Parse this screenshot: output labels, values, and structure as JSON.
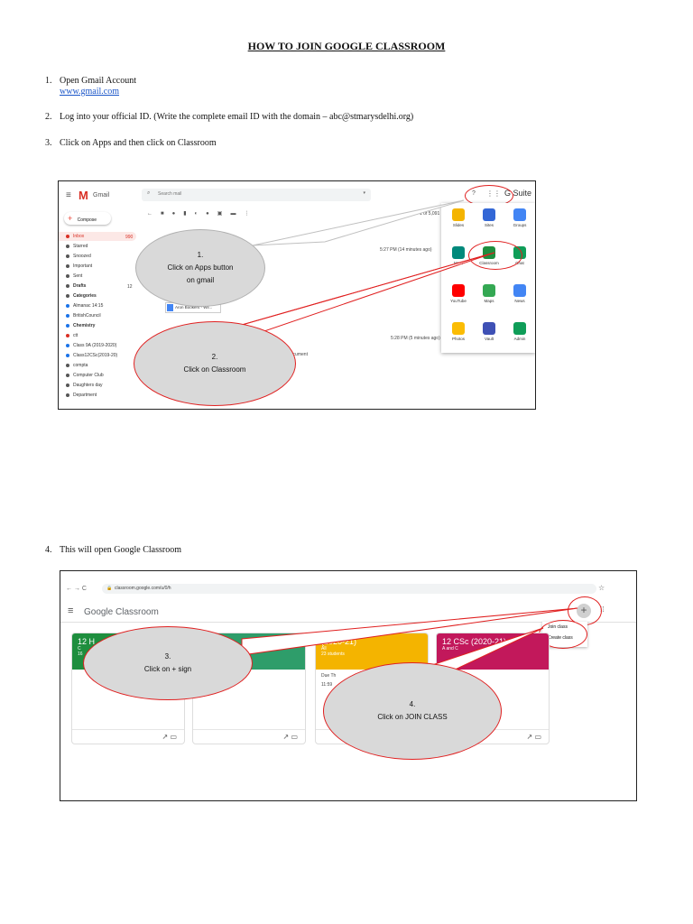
{
  "title": "HOW TO JOIN GOOGLE CLASSROOM",
  "steps": [
    {
      "num": "1.",
      "text": "Open Gmail Account",
      "link": "www.gmail.com"
    },
    {
      "num": "2.",
      "text": "Log into your official ID. (Write the complete email ID with the domain – abc@stmarysdelhi.org)"
    },
    {
      "num": "3.",
      "text": "Click on Apps and then click on Classroom"
    },
    {
      "num": "4.",
      "text": "This will open Google Classroom"
    }
  ],
  "gmail": {
    "app_name": "Gmail",
    "search_placeholder": "Search mail",
    "compose": "Compose",
    "paging": "1 of 5,091",
    "time1": "5:27 PM (14 minutes ago)",
    "time2": "5:28 PM (5 minutes ago)",
    "suite": "G Suite",
    "sidebar": [
      "Inbox",
      "Starred",
      "Snoozed",
      "Important",
      "Sent",
      "Drafts",
      "Categories",
      "Almanac 14:15",
      "BritishCouncil",
      "Chemistry",
      "ctt",
      "Class 9A (2019-2020)",
      "Class12CSc(2019-20)",
      "compta",
      "Computer Club",
      "Daughters day",
      "Department"
    ],
    "inbox_count": "990",
    "drafts_count": "12",
    "apps": [
      {
        "label": "Slides",
        "color": "#f4b400"
      },
      {
        "label": "Sites",
        "color": "#3367d6"
      },
      {
        "label": "Groups",
        "color": "#4285f4"
      },
      {
        "label": "Meet",
        "color": "#00897b"
      },
      {
        "label": "Classroom",
        "color": "#1e8e3e"
      },
      {
        "label": "Chat",
        "color": "#0f9d58"
      },
      {
        "label": "YouTube",
        "color": "#ff0000"
      },
      {
        "label": "Maps",
        "color": "#34a853"
      },
      {
        "label": "News",
        "color": "#4285f4"
      },
      {
        "label": "Photos",
        "color": "#fbbc04"
      },
      {
        "label": "Vault",
        "color": "#3f51b5"
      },
      {
        "label": "Admin",
        "color": "#0f9d58"
      }
    ],
    "attachment": "Aron Bookers - Wil...",
    "doc_text": "document"
  },
  "classroom": {
    "url": "classroom.google.com/u/0/h",
    "brand": "Google Classroom",
    "menu": [
      "Join class",
      "Create class"
    ],
    "cards": [
      {
        "title": "12 H",
        "sub": "C",
        "extra": "16",
        "color": "#1e8e3e"
      },
      {
        "title": "",
        "sub": "",
        "extra": "",
        "color": "#2e9d6a"
      },
      {
        "title": "(2020-21)",
        "sub": "All",
        "extra": "23 students",
        "color": "#f4b400",
        "due": "Due Th",
        "due2": "11:59"
      },
      {
        "title": "12 CSc (2020-21)",
        "sub": "A and C",
        "extra": "",
        "color": "#c2185b"
      }
    ]
  },
  "callouts": {
    "b1": {
      "num": "1.",
      "l1": "Click on Apps button",
      "l2": "on gmail"
    },
    "b2": {
      "num": "2.",
      "l1": "Click on Classroom"
    },
    "b3": {
      "num": "3.",
      "l1": "Click on + sign"
    },
    "b4": {
      "num": "4.",
      "l1": "Click on JOIN CLASS"
    }
  }
}
